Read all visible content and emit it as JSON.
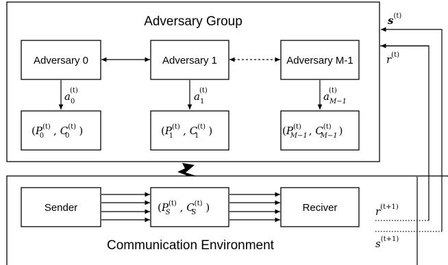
{
  "adversary_group": {
    "title": "Adversary Group",
    "adversaries": [
      {
        "name": "Adversary 0",
        "action_base": "a",
        "action_sub": "0",
        "action_sup": "(t)",
        "pc_sub": "0",
        "pc_sup": "(t)"
      },
      {
        "name": "Adversary 1",
        "action_base": "a",
        "action_sub": "1",
        "action_sup": "(t)",
        "pc_sub": "1",
        "pc_sup": "(t)"
      },
      {
        "name": "Adversary M-1",
        "action_base": "a",
        "action_sub": "M−1",
        "action_sup": "(t)",
        "pc_sub": "M−1",
        "pc_sup": "(t)"
      }
    ]
  },
  "communication": {
    "title": "Communication Environment",
    "sender": "Sender",
    "receiver": "Reciver",
    "channel_sub": "S",
    "channel_sup": "(t)"
  },
  "signals": {
    "s_t": {
      "base": "s",
      "sup": "(t)"
    },
    "r_t": {
      "base": "r",
      "sup": "(t)"
    },
    "r_t1": {
      "base": "r",
      "sup": "(t+1)"
    },
    "s_t1": {
      "base": "s",
      "sup": "(t+1)"
    }
  }
}
